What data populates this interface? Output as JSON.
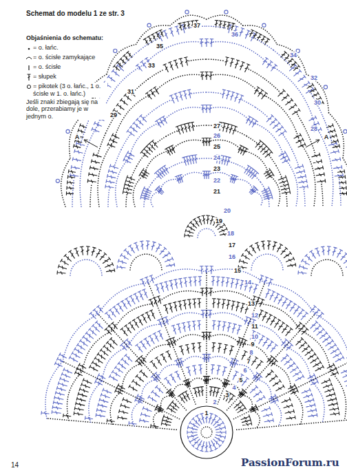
{
  "diagram": {
    "title": "Schemat do modelu 1 ze str. 3",
    "labels": [
      "Objaśnienia do schematu:",
      "Jeśli znaki zbiegają się na dole, przerabiamy je w jednym o.",
      "1",
      "2",
      "3",
      "4",
      "5",
      "6",
      "7",
      "8",
      "9",
      "10",
      "11",
      "12",
      "13",
      "14",
      "15",
      "16",
      "17",
      "18",
      "19",
      "20",
      "21",
      "22",
      "23",
      "24",
      "25",
      "26",
      "27",
      "28",
      "29",
      "30",
      "31",
      "32",
      "33",
      "34",
      "35",
      "36",
      "37",
      "A",
      "A",
      "14",
      "PassionForum.ru"
    ],
    "legend": [
      {
        "text": "= o. łańc."
      },
      {
        "text": "= o. ścisłe zamykające"
      },
      {
        "text": "= o. ścisłe"
      },
      {
        "text": "= słupek"
      },
      {
        "text": "= pikotek (3 o. łańc., 1 o. ścisłe w 1. o. łańc.)"
      }
    ]
  }
}
